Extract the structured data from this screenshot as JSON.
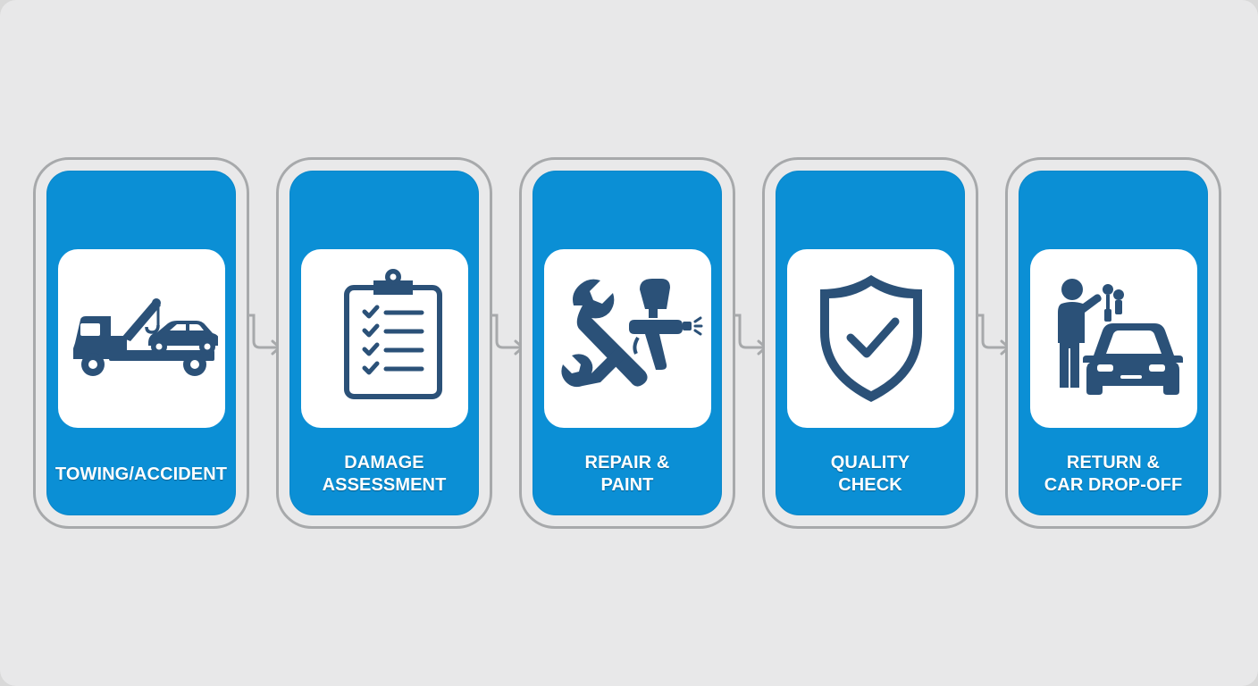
{
  "theme": {
    "panel_color": "#0b8fd5",
    "icon_color": "#2b5178",
    "outline_color": "#a7a9ab"
  },
  "steps": [
    {
      "icon": "tow-truck-icon",
      "label_lines": [
        "TOWING/ACCIDENT"
      ]
    },
    {
      "icon": "clipboard-checklist-icon",
      "label_lines": [
        "DAMAGE",
        "ASSESSMENT"
      ]
    },
    {
      "icon": "wrench-spray-gun-icon",
      "label_lines": [
        "REPAIR &",
        "PAINT"
      ]
    },
    {
      "icon": "shield-check-icon",
      "label_lines": [
        "QUALITY",
        "CHECK"
      ]
    },
    {
      "icon": "person-keys-car-icon",
      "label_lines": [
        "RETURN &",
        "CAR DROP-OFF"
      ]
    }
  ]
}
